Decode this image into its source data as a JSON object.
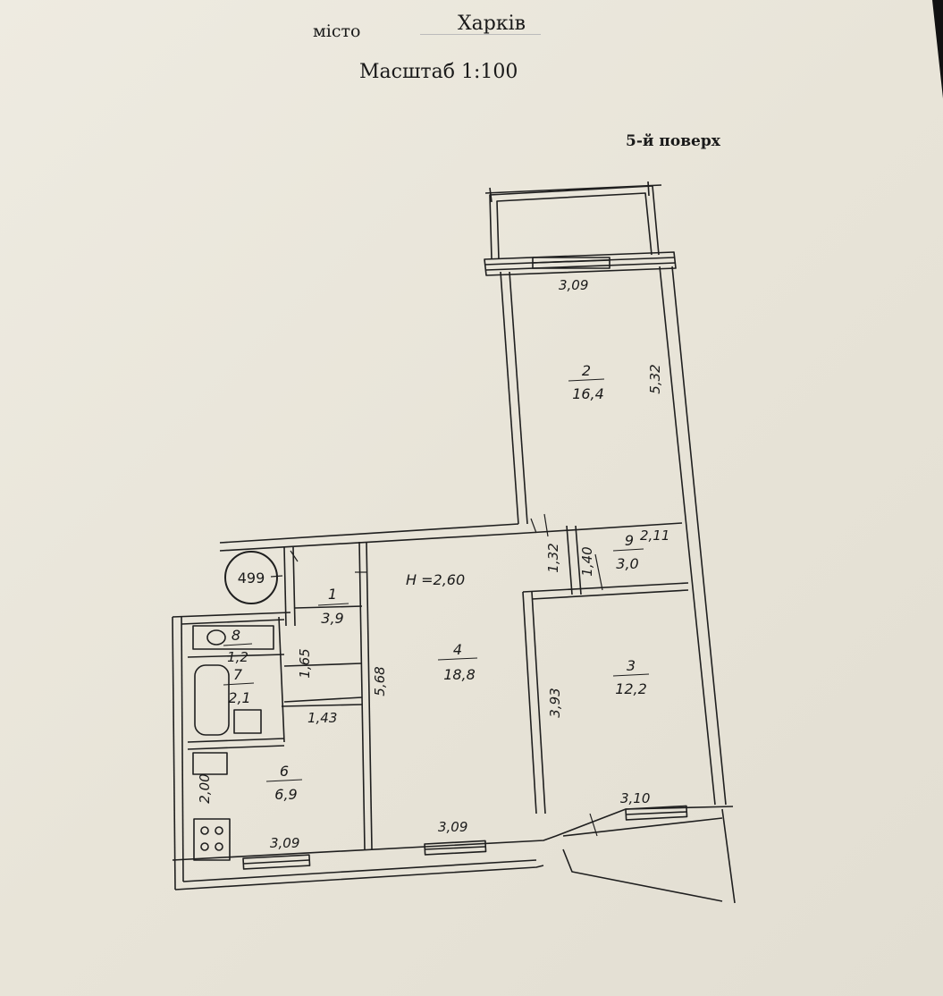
{
  "header": {
    "city_label": "місто",
    "city_value": "Харків",
    "scale": "Масштаб 1:100",
    "floor": "5-й поверх"
  },
  "plan": {
    "number": "499",
    "height": "Н =2,60",
    "rooms": [
      {
        "no": "1",
        "area": "3,9"
      },
      {
        "no": "2",
        "area": "16,4"
      },
      {
        "no": "3",
        "area": "12,2"
      },
      {
        "no": "4",
        "area": "18,8"
      },
      {
        "no": "6",
        "area": "6,9"
      },
      {
        "no": "7",
        "area": "2,1"
      },
      {
        "no": "8",
        "area": "1,2"
      },
      {
        "no": "9",
        "area": "3,0"
      }
    ],
    "dimensions": {
      "room2_width": "3,09",
      "room2_length": "5,32",
      "room9_width": "2,11",
      "room9_length": "1,40",
      "corridor_width": "1,32",
      "room4_length": "5,68",
      "room4_width": "3,09",
      "room3_length": "3,93",
      "room3_width": "3,10",
      "room6_width": "3,09",
      "room6_length": "2,00",
      "bath_width": "1,65",
      "bath_length": "1,43"
    }
  }
}
